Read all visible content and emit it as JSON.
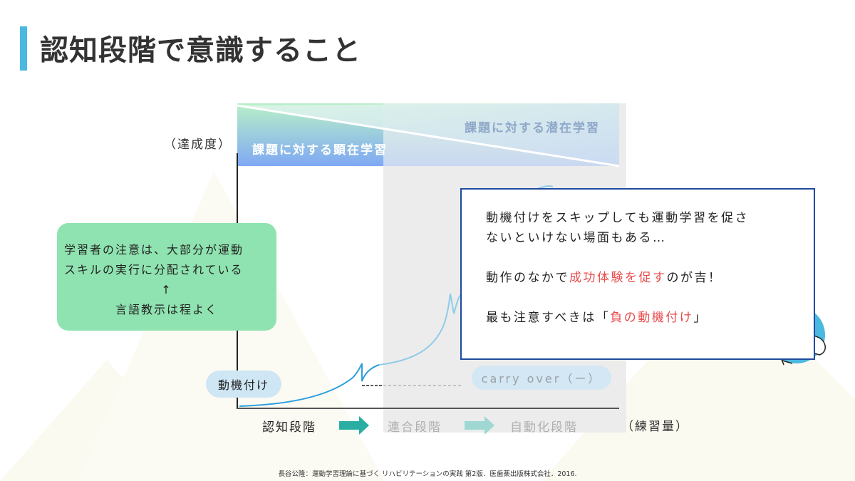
{
  "title": "認知段階で意識すること",
  "axis": {
    "y_label": "（達成度）",
    "x_label": "（練習量）"
  },
  "bands": {
    "explicit": "課題に対する顕在学習",
    "implicit": "課題に対する潜在学習"
  },
  "stages": [
    {
      "label": "認知段階"
    },
    {
      "label": "連合段階"
    },
    {
      "label": "自動化段階"
    }
  ],
  "green_box": {
    "line1": "学習者の注意は、大部分が運動",
    "line2": "スキルの実行に分配されている",
    "arrow": "↑",
    "line3": "言語教示は程よく"
  },
  "motivation_pill": "動機付け",
  "carry_over_pill": "carry over（ー）",
  "note": {
    "line1": "動機付けをスキップしても運動学習を促さ",
    "line2": "ないといけない場面もある…",
    "line3_pre": "動作のなかで",
    "line3_red": "成功体験を促す",
    "line3_post": "のが吉！",
    "line4_pre": "最も注意すべきは「",
    "line4_red": "負の動機付け",
    "line4_post": "」"
  },
  "footnote": "長谷公隆：運動学習理論に基づく リハビリテーションの実践 第2版．医歯薬出版株式会社．2016.",
  "colors": {
    "accent": "#4bb8e0",
    "green_box": "#8fe3b0",
    "note_border": "#1f4aa0",
    "emphasis_red": "#e84a4a",
    "arrow_teal": "#2aaea3",
    "curve": "#3aa8df"
  }
}
